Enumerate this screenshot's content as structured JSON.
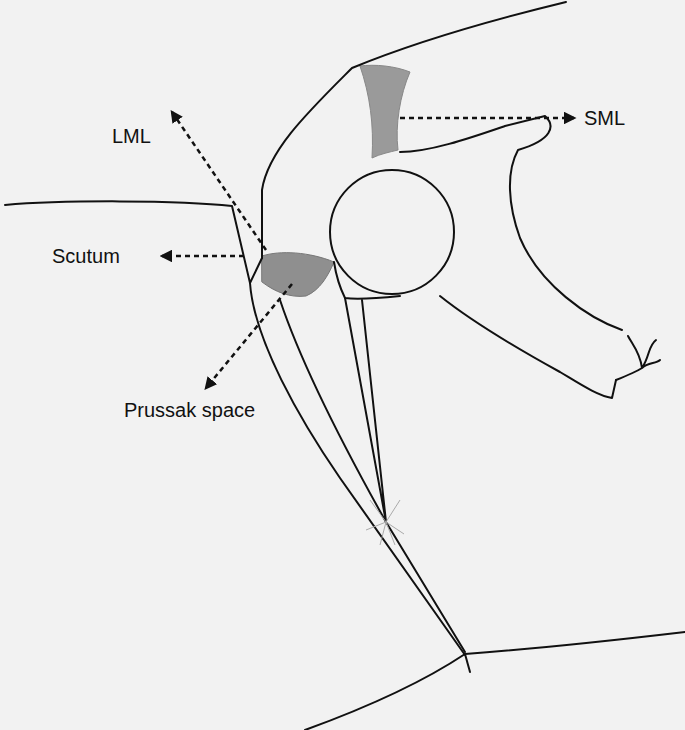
{
  "diagram": {
    "labels": [
      "LML",
      "SML",
      "Scutum",
      "Prussak space"
    ]
  }
}
